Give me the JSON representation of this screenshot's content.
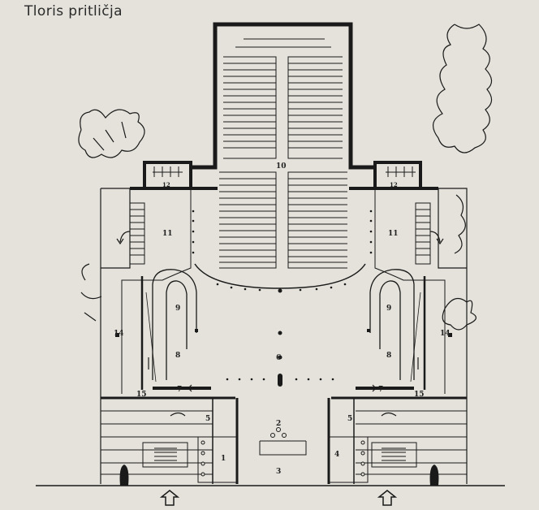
{
  "caption": "Tloris pritličja",
  "labels": {
    "n10": "10",
    "n11": "11",
    "n12": "12",
    "n14": "14",
    "n15": "15",
    "n9": "9",
    "n8": "8",
    "n7": "7",
    "n6": "6",
    "n5": "5",
    "n4": "4",
    "n3": "3",
    "n2": "2",
    "n1": "1"
  },
  "colors": {
    "paper": "#e4e2da",
    "ink": "#1a1a1a"
  },
  "icons": [
    "entrance-arrow-icon",
    "tree-scribble-icon"
  ]
}
